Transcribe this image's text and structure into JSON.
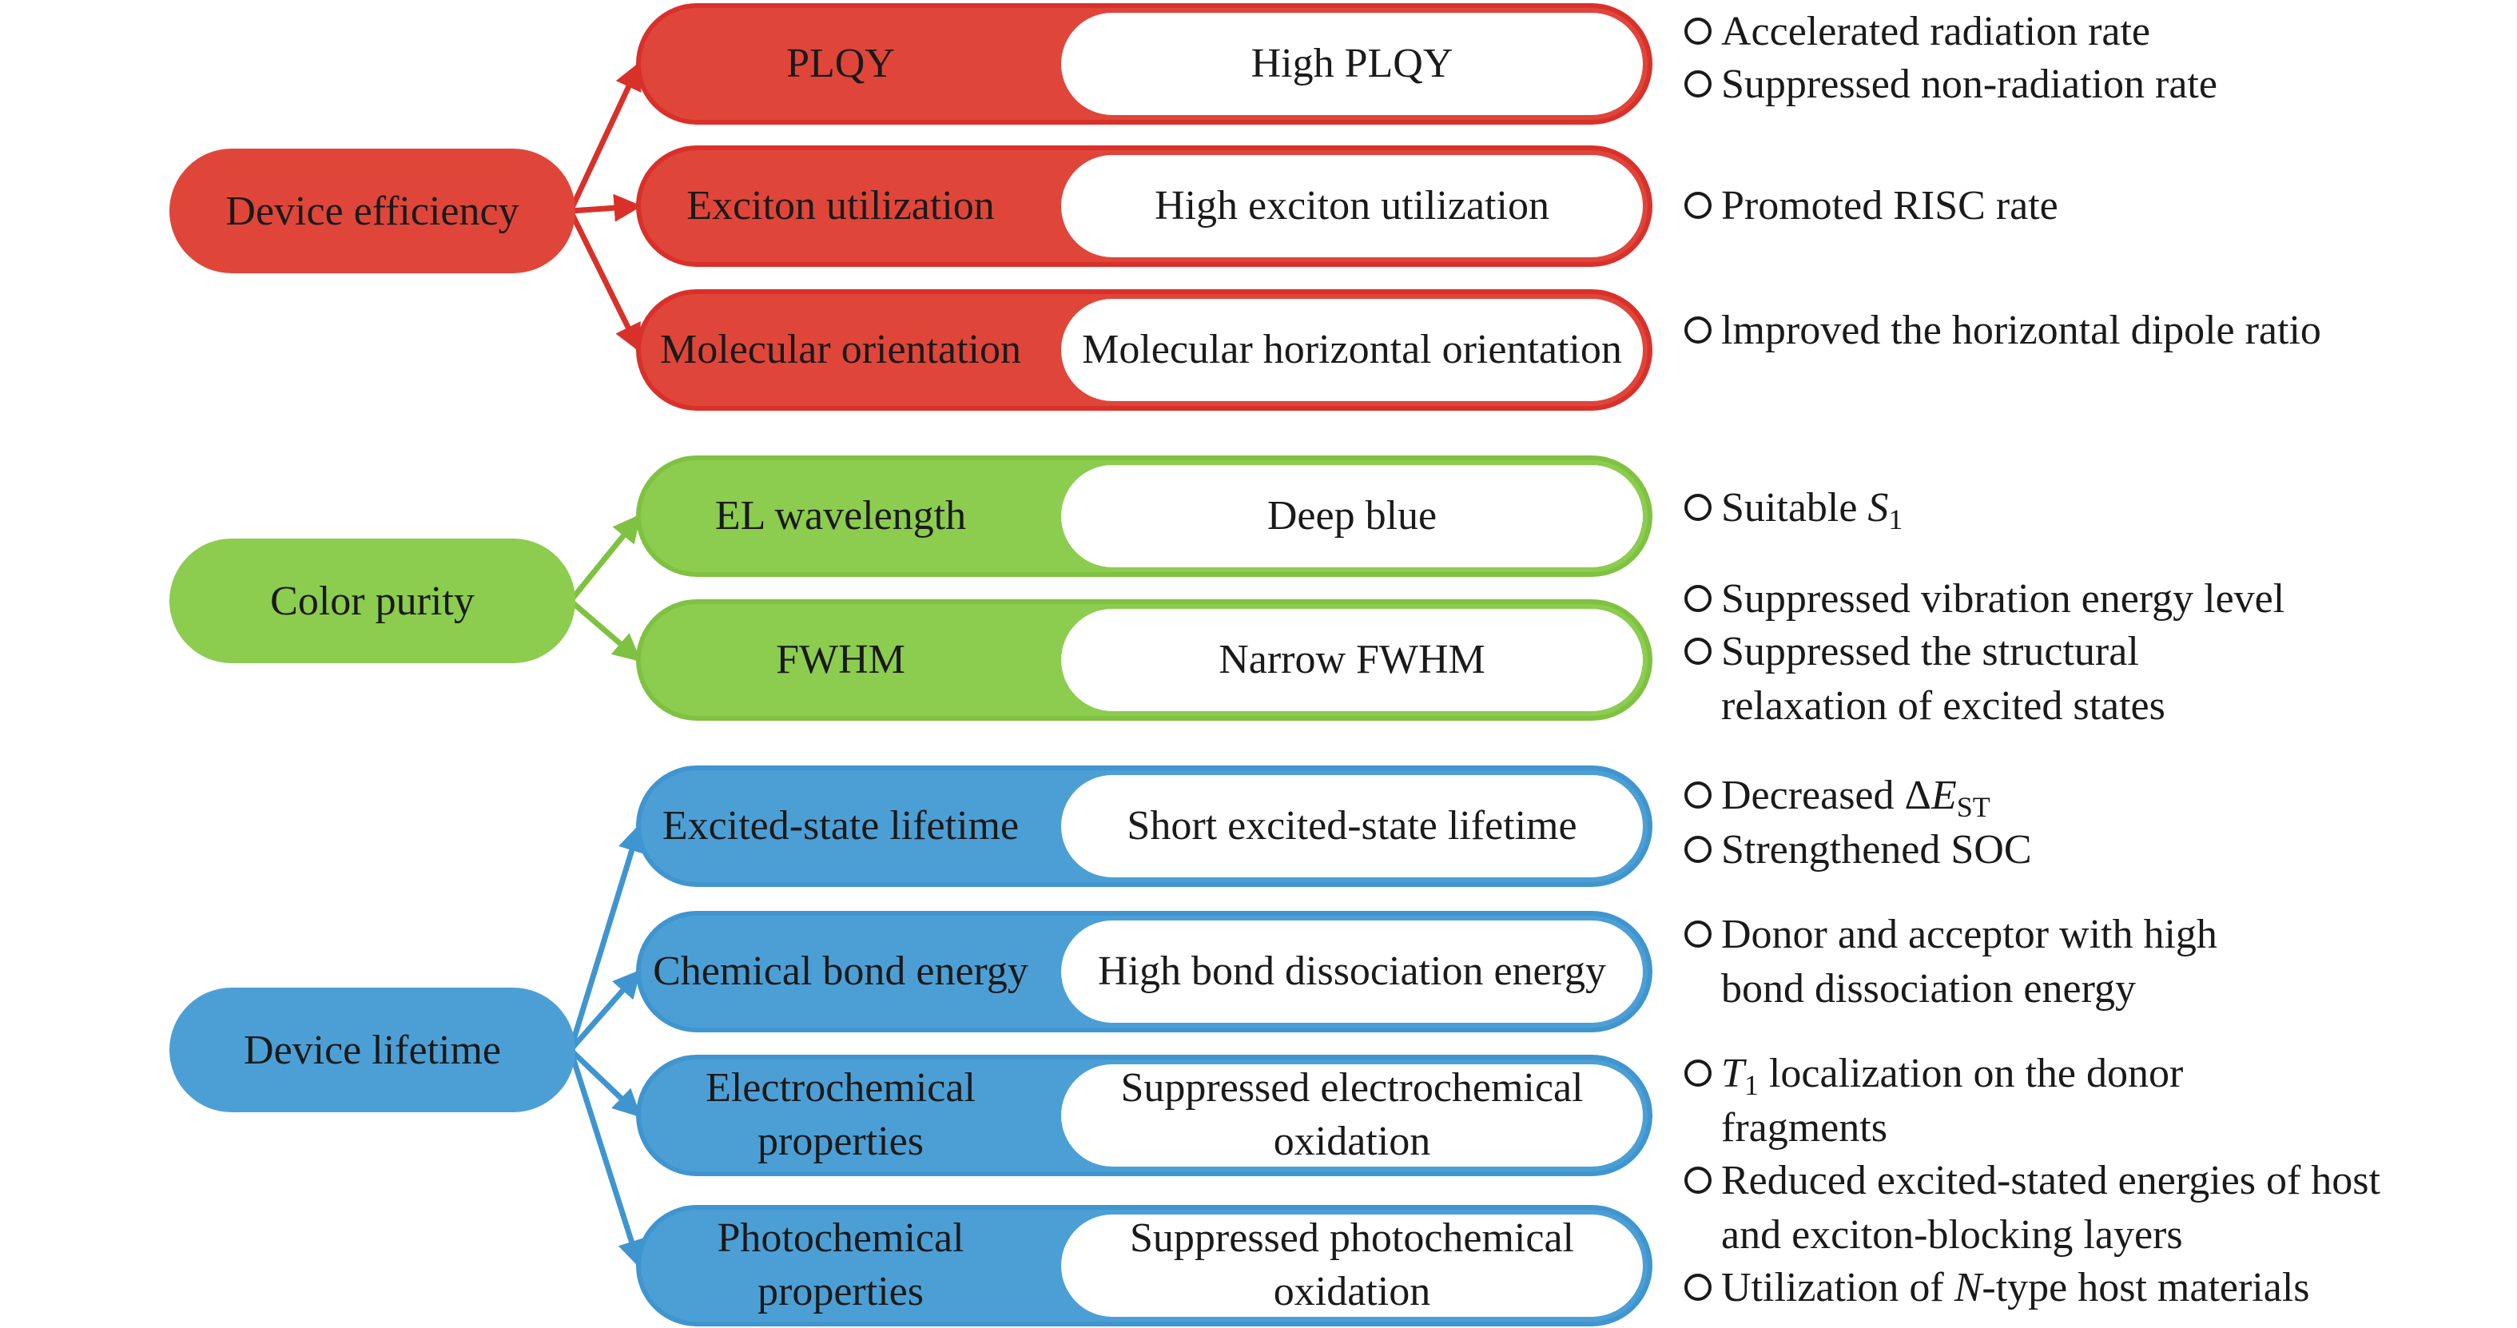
{
  "colors": {
    "efficiency": "#e0453a",
    "efficiency_border": "#d9302a",
    "purity": "#8ccc4e",
    "purity_border": "#7fc241",
    "lifetime": "#4c9fd5",
    "lifetime_border": "#3f95cf"
  },
  "groups": [
    {
      "id": "efficiency",
      "label": "Device efficiency",
      "branches": [
        {
          "category": "PLQY",
          "target": "High PLQY"
        },
        {
          "category": "Exciton utilization",
          "target": "High exciton utilization"
        },
        {
          "category": "Molecular orientation",
          "target": "Molecular horizontal orientation"
        }
      ]
    },
    {
      "id": "purity",
      "label": "Color purity",
      "branches": [
        {
          "category": "EL wavelength",
          "target": "Deep blue"
        },
        {
          "category": "FWHM",
          "target": "Narrow FWHM"
        }
      ]
    },
    {
      "id": "lifetime",
      "label": "Device lifetime",
      "branches": [
        {
          "category": "Excited-state lifetime",
          "target": "Short excited-state lifetime"
        },
        {
          "category": "Chemical bond energy",
          "target": "High bond dissociation energy"
        },
        {
          "category": "Electrochemical properties",
          "target": "Suppressed electrochemical oxidation"
        },
        {
          "category": "Photochemical properties",
          "target": "Suppressed photochemical oxidation"
        }
      ]
    }
  ],
  "notes": [
    {
      "text": "Accelerated radiation rate"
    },
    {
      "text": "Suppressed non-radiation rate"
    },
    {
      "text": "Promoted RISC rate"
    },
    {
      "text": "lmproved the horizontal dipole ratio"
    },
    {
      "pre": "Suitable ",
      "var": "S",
      "sub": "1",
      "post": ""
    },
    {
      "text": "Suppressed vibration energy level"
    },
    {
      "text": "Suppressed the structural relaxation of excited states"
    },
    {
      "pre": "Decreased Δ",
      "var": "E",
      "sub": "ST",
      "post": ""
    },
    {
      "text": "Strengthened SOC"
    },
    {
      "text": "Donor and acceptor with high bond dissociation energy"
    },
    {
      "pre": "",
      "var": "T",
      "sub": "1",
      "post": " localization on the donor fragments"
    },
    {
      "text": "Reduced excited-stated energies of host and exciton-blocking layers"
    },
    {
      "pre": "Utilization of ",
      "var": "N",
      "sub": "",
      "post": "-type host materials"
    }
  ]
}
